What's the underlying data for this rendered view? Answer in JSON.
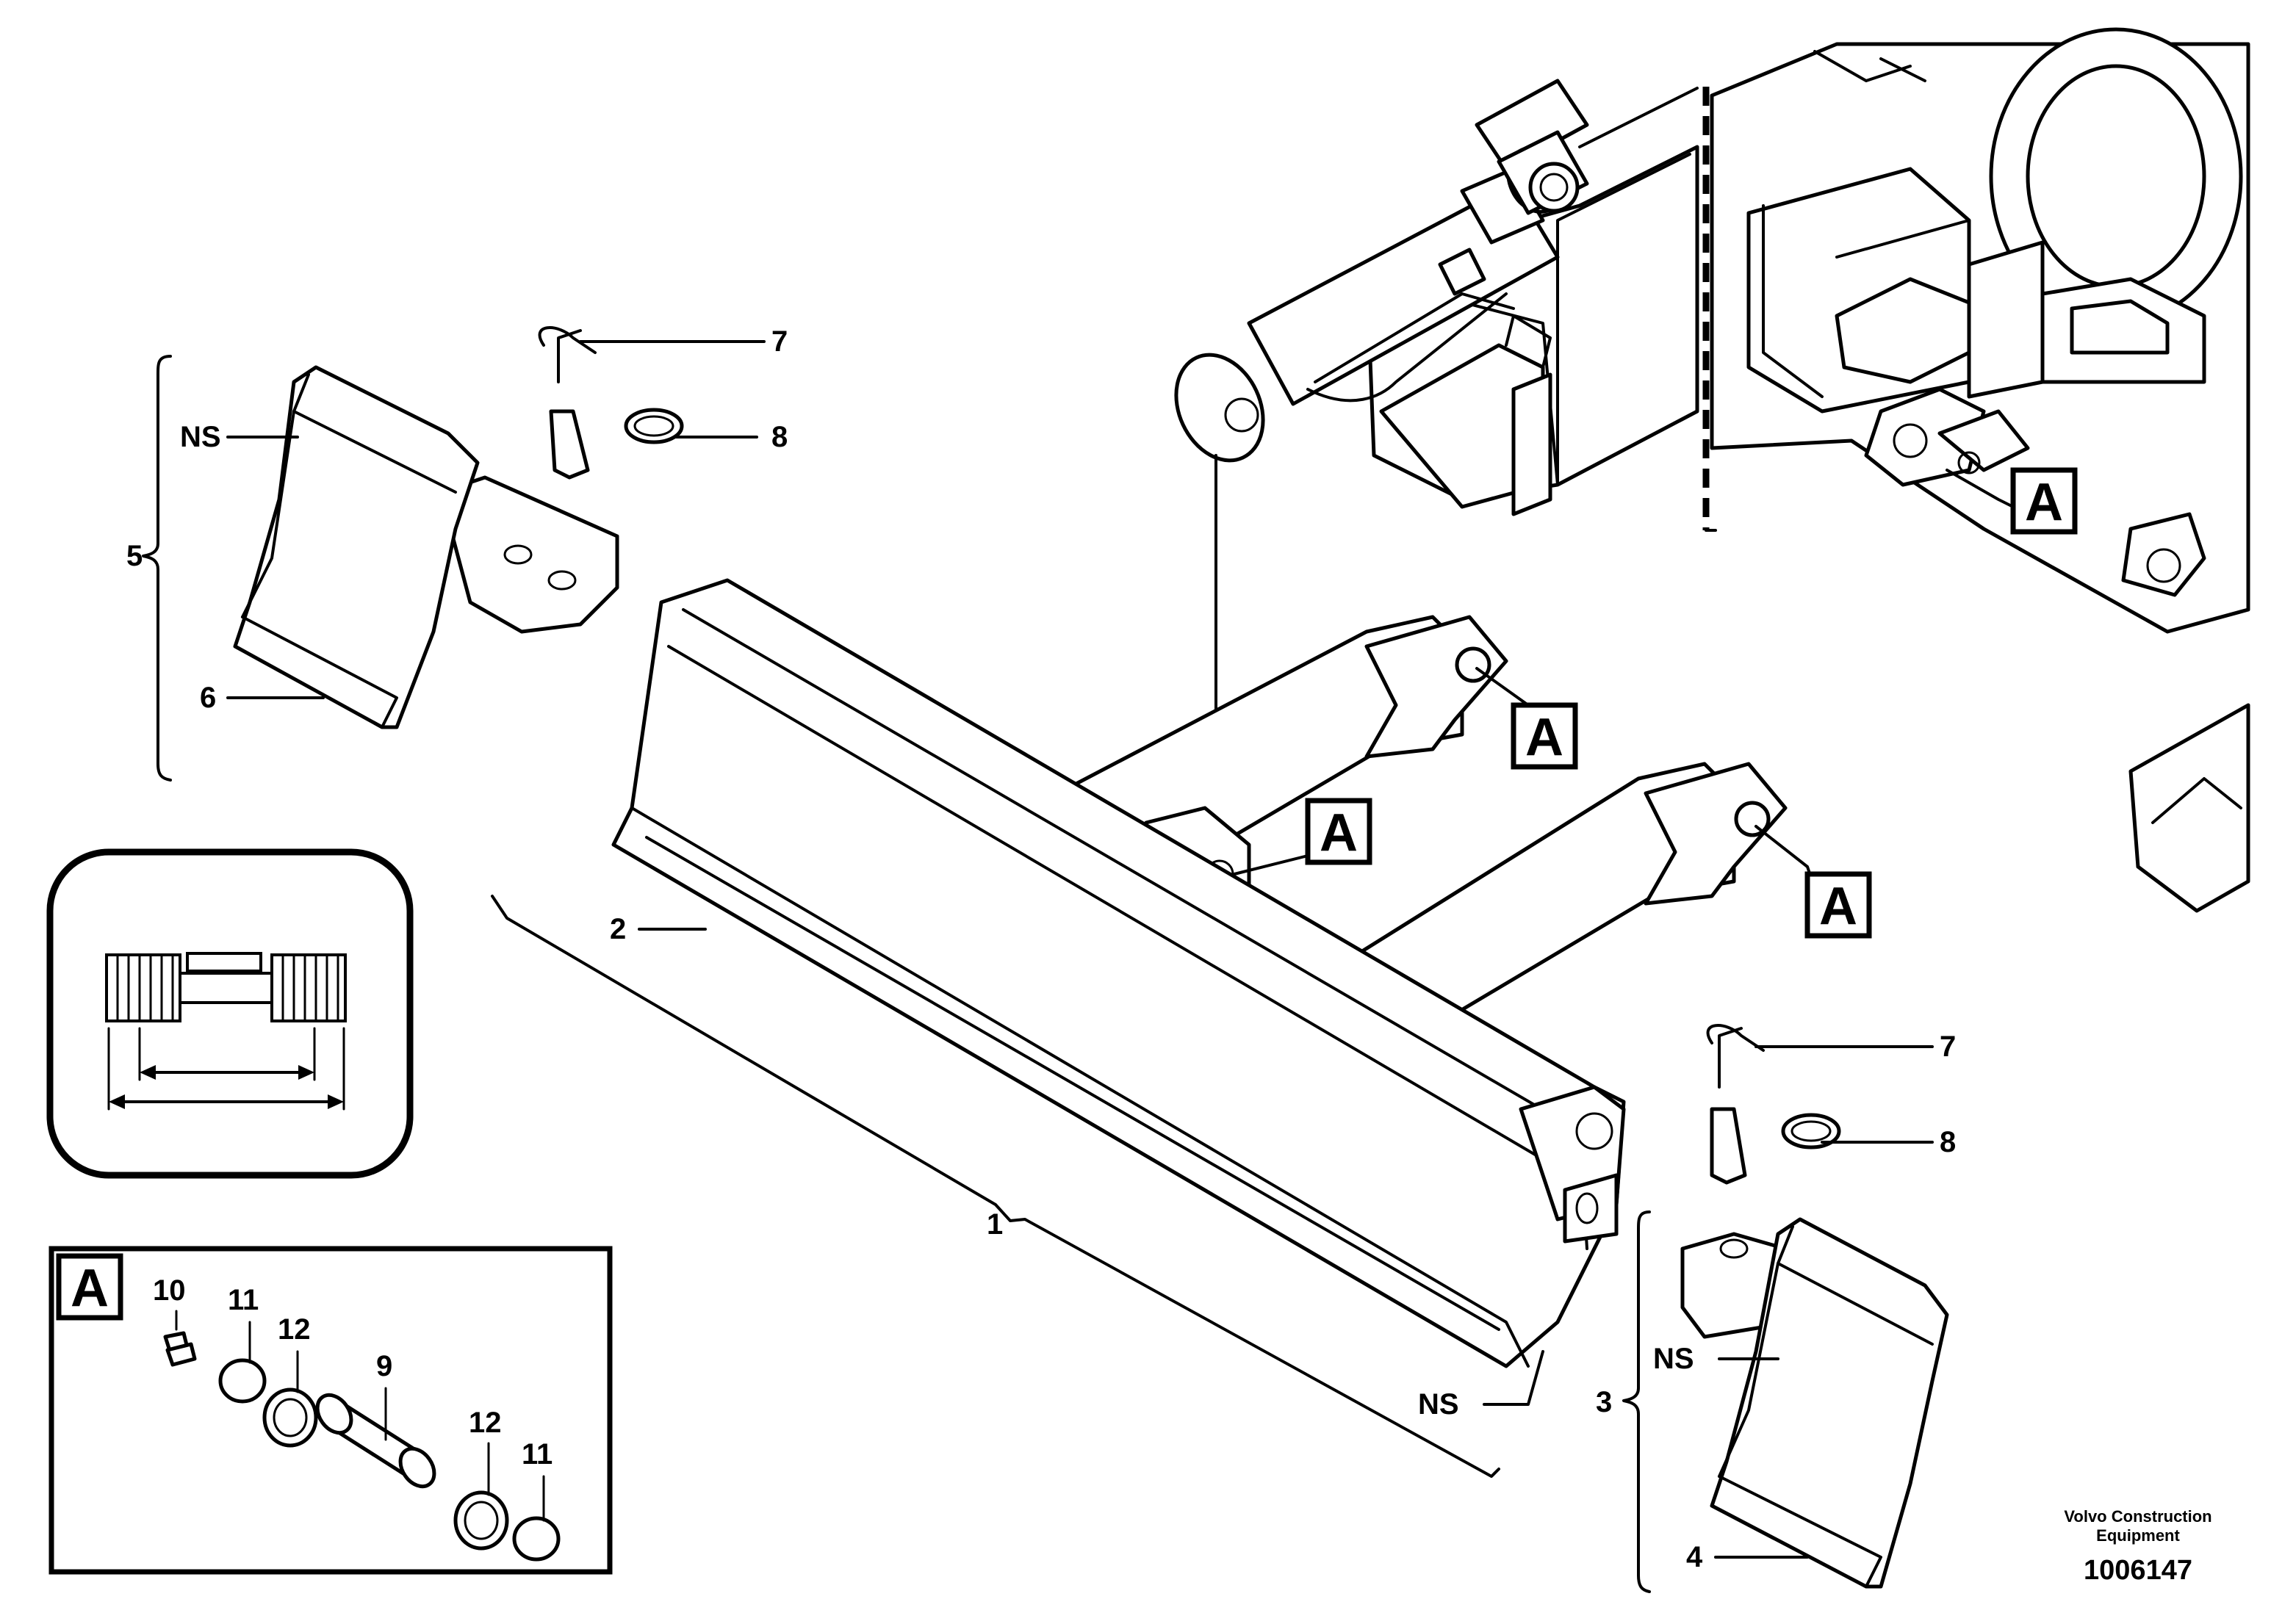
{
  "labels": {
    "p1": "1",
    "p2": "2",
    "p3": "3",
    "p4": "4",
    "p5": "5",
    "p6": "6",
    "p7a": "7",
    "p8a": "8",
    "p7b": "7",
    "p8b": "8",
    "ns_left": "NS",
    "ns_mid": "NS",
    "ns_right": "NS",
    "d10": "10",
    "d11a": "11",
    "d12a": "12",
    "d9": "9",
    "d12b": "12",
    "d11b": "11"
  },
  "callouts": {
    "a_upper": "A",
    "a_mid1": "A",
    "a_mid2": "A",
    "a_right": "A",
    "a_detail": "A"
  },
  "footer": {
    "brand_line1": "Volvo Construction",
    "brand_line2": "Equipment",
    "drawing_number": "1006147"
  }
}
